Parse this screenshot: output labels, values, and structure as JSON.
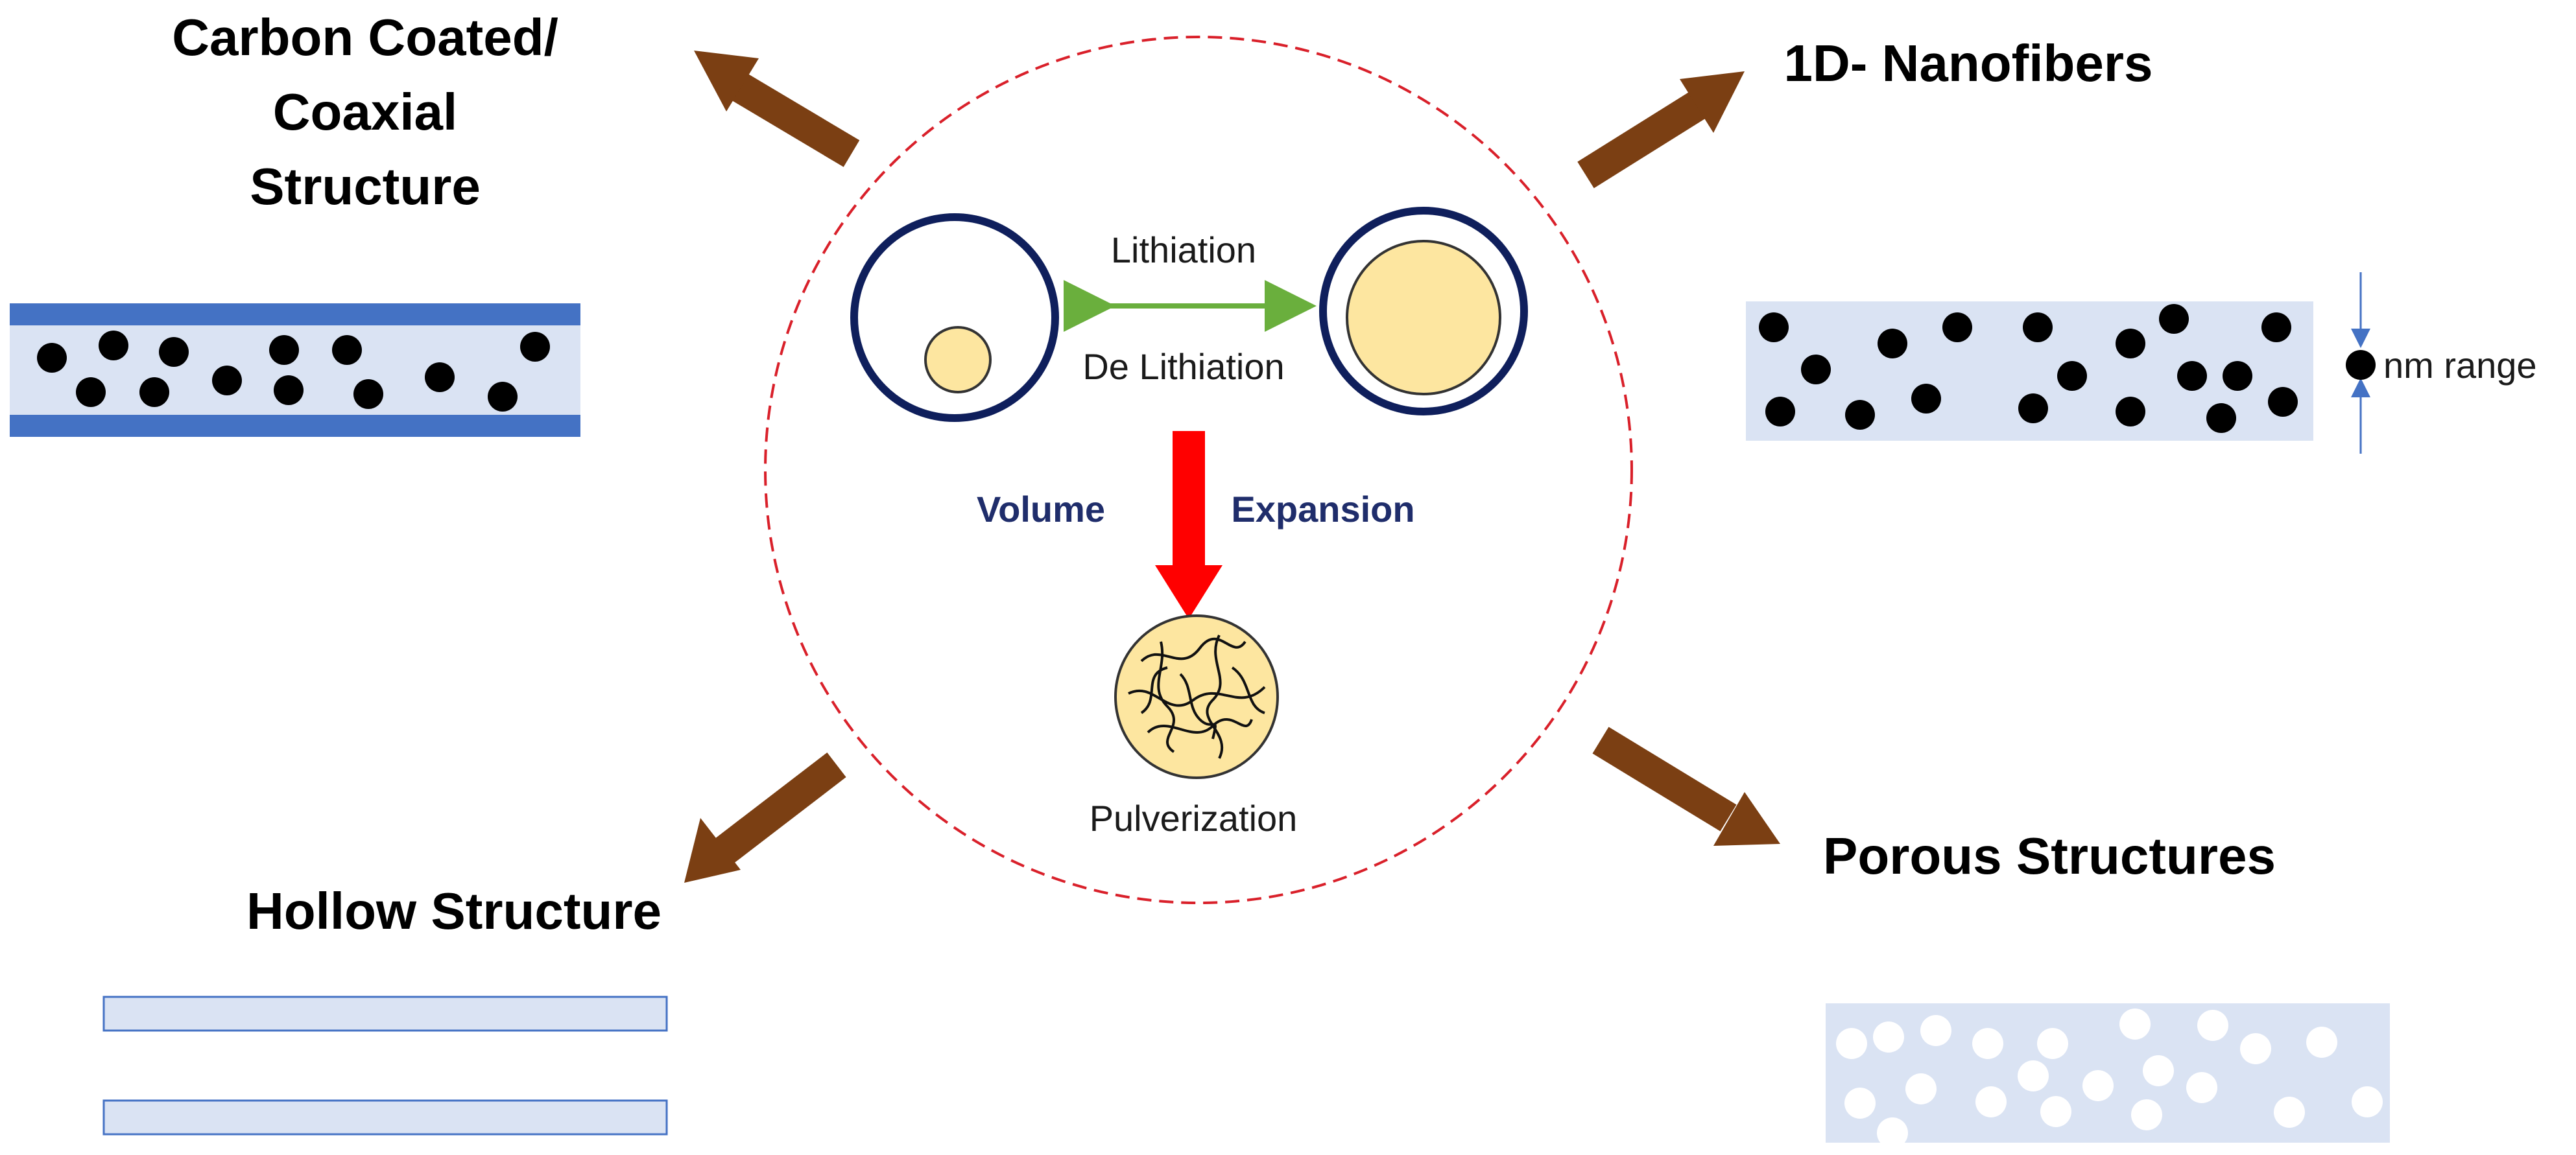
{
  "titles": {
    "carbon_coated_line1": "Carbon Coated/",
    "carbon_coated_line2": "Coaxial",
    "carbon_coated_line3": "Structure",
    "nanofibers": "1D- Nanofibers",
    "hollow": "Hollow Structure",
    "porous": "Porous Structures"
  },
  "center": {
    "lithiation": "Lithiation",
    "delithiation": "De Lithiation",
    "volume": "Volume",
    "expansion": "Expansion",
    "pulverization": "Pulverization"
  },
  "nanofiber_annotation": "nm range",
  "colors": {
    "arrow_brown": "#7b3f13",
    "dashed_circle": "#d9202a",
    "shell_navy": "#0f1f5c",
    "core_yellow": "#fde6a0",
    "green_arrow": "#6aaf3d",
    "red_arrow": "#ff0000",
    "light_blue": "#dae3f3",
    "coat_blue": "#4472c4",
    "dot_black": "#000000"
  }
}
